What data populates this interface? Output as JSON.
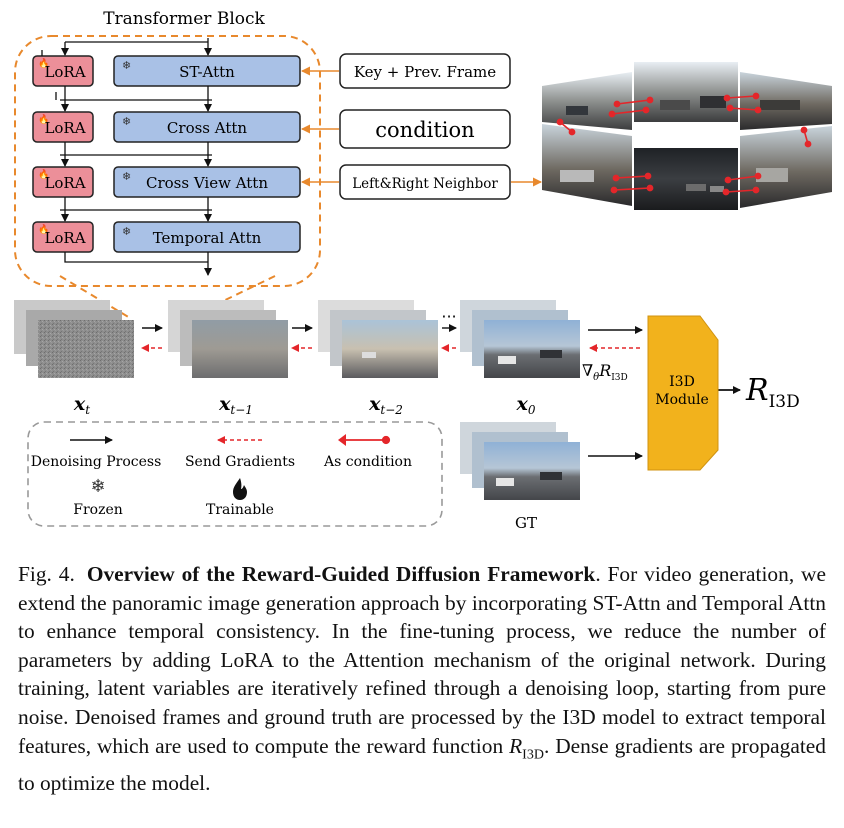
{
  "transformer_block": {
    "title": "Transformer Block",
    "lora_label": "LoRA",
    "layers": [
      {
        "name": "ST-Attn",
        "input": "Key + Prev. Frame"
      },
      {
        "name": "Cross Attn",
        "input": "condition"
      },
      {
        "name": "Cross View Attn",
        "input": "Left&Right Neighbor"
      },
      {
        "name": "Temporal Attn",
        "input": ""
      }
    ]
  },
  "frames": [
    {
      "label": "x_t",
      "main": "x",
      "sub": "t"
    },
    {
      "label": "x_{t-1}",
      "main": "x",
      "sub": "t−1"
    },
    {
      "label": "x_{t-2}",
      "main": "x",
      "sub": "t−2"
    },
    {
      "label": "x_0",
      "main": "x",
      "sub": "0"
    }
  ],
  "ellipsis": "···",
  "gt_label": "GT",
  "gradient": {
    "nabla": "∇",
    "theta": "θ",
    "R": "R",
    "sub": "I3D"
  },
  "i3d": {
    "line1": "I3D",
    "line2": "Module"
  },
  "reward": {
    "R": "R",
    "sub": "I3D"
  },
  "legend": {
    "denoising": "Denoising Process",
    "send_gradients": "Send Gradients",
    "as_condition": "As condition",
    "frozen": "Frozen",
    "trainable": "Trainable"
  },
  "caption": {
    "fig": "Fig. 4.",
    "title": "Overview of the Reward-Guided Diffusion Framework",
    "text": ". For video generation, we extend the panoramic image generation approach by incorporating ST-Attn and Temporal Attn to enhance temporal consistency. In the fine-tuning process, we reduce the number of parameters by adding LoRA to the Attention mechanism of the original network. During training, latent variables are iteratively refined through a denoising loop, starting from pure noise. Denoised frames and ground truth are processed by the I3D model to extract temporal features, which are used to compute the reward function ",
    "r_main": "R",
    "r_sub": "I3D",
    "text_end": ". Dense gradients are propagated to optimize the model."
  },
  "colors": {
    "lora_fill": "#ec8f99",
    "attn_fill": "#a9c1e6",
    "orange": "#e8892d",
    "i3d_fill": "#f2b21c",
    "gradient_red": "#e4262a"
  }
}
